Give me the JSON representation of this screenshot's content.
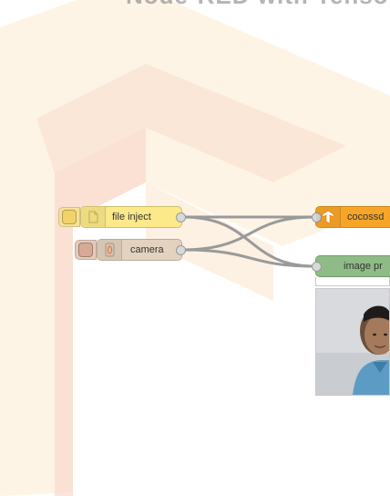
{
  "header": {
    "title": "Node-RED with TensorFlow.js"
  },
  "flow": {
    "nodes": {
      "file_inject": {
        "label": "file inject",
        "color": "#fbe98a",
        "button_color": "#f4dc7a",
        "icon": "file-icon"
      },
      "camera": {
        "label": "camera",
        "color": "#e3d2bf",
        "button_color": "#d9b9a8",
        "icon": "camera-icon"
      },
      "cocossd": {
        "label": "cocossd",
        "color": "#f7a529",
        "icon": "tensorflow-icon"
      },
      "image_preview": {
        "label": "image pr",
        "color": "#8fbc86",
        "status": "",
        "icon": "image-icon"
      }
    },
    "wires_color": "#9a9a9a"
  },
  "colors": {
    "watermark_light": "#fbe8c7",
    "watermark_mid": "#f7d6c8",
    "watermark_dark": "#f1c7b8"
  }
}
